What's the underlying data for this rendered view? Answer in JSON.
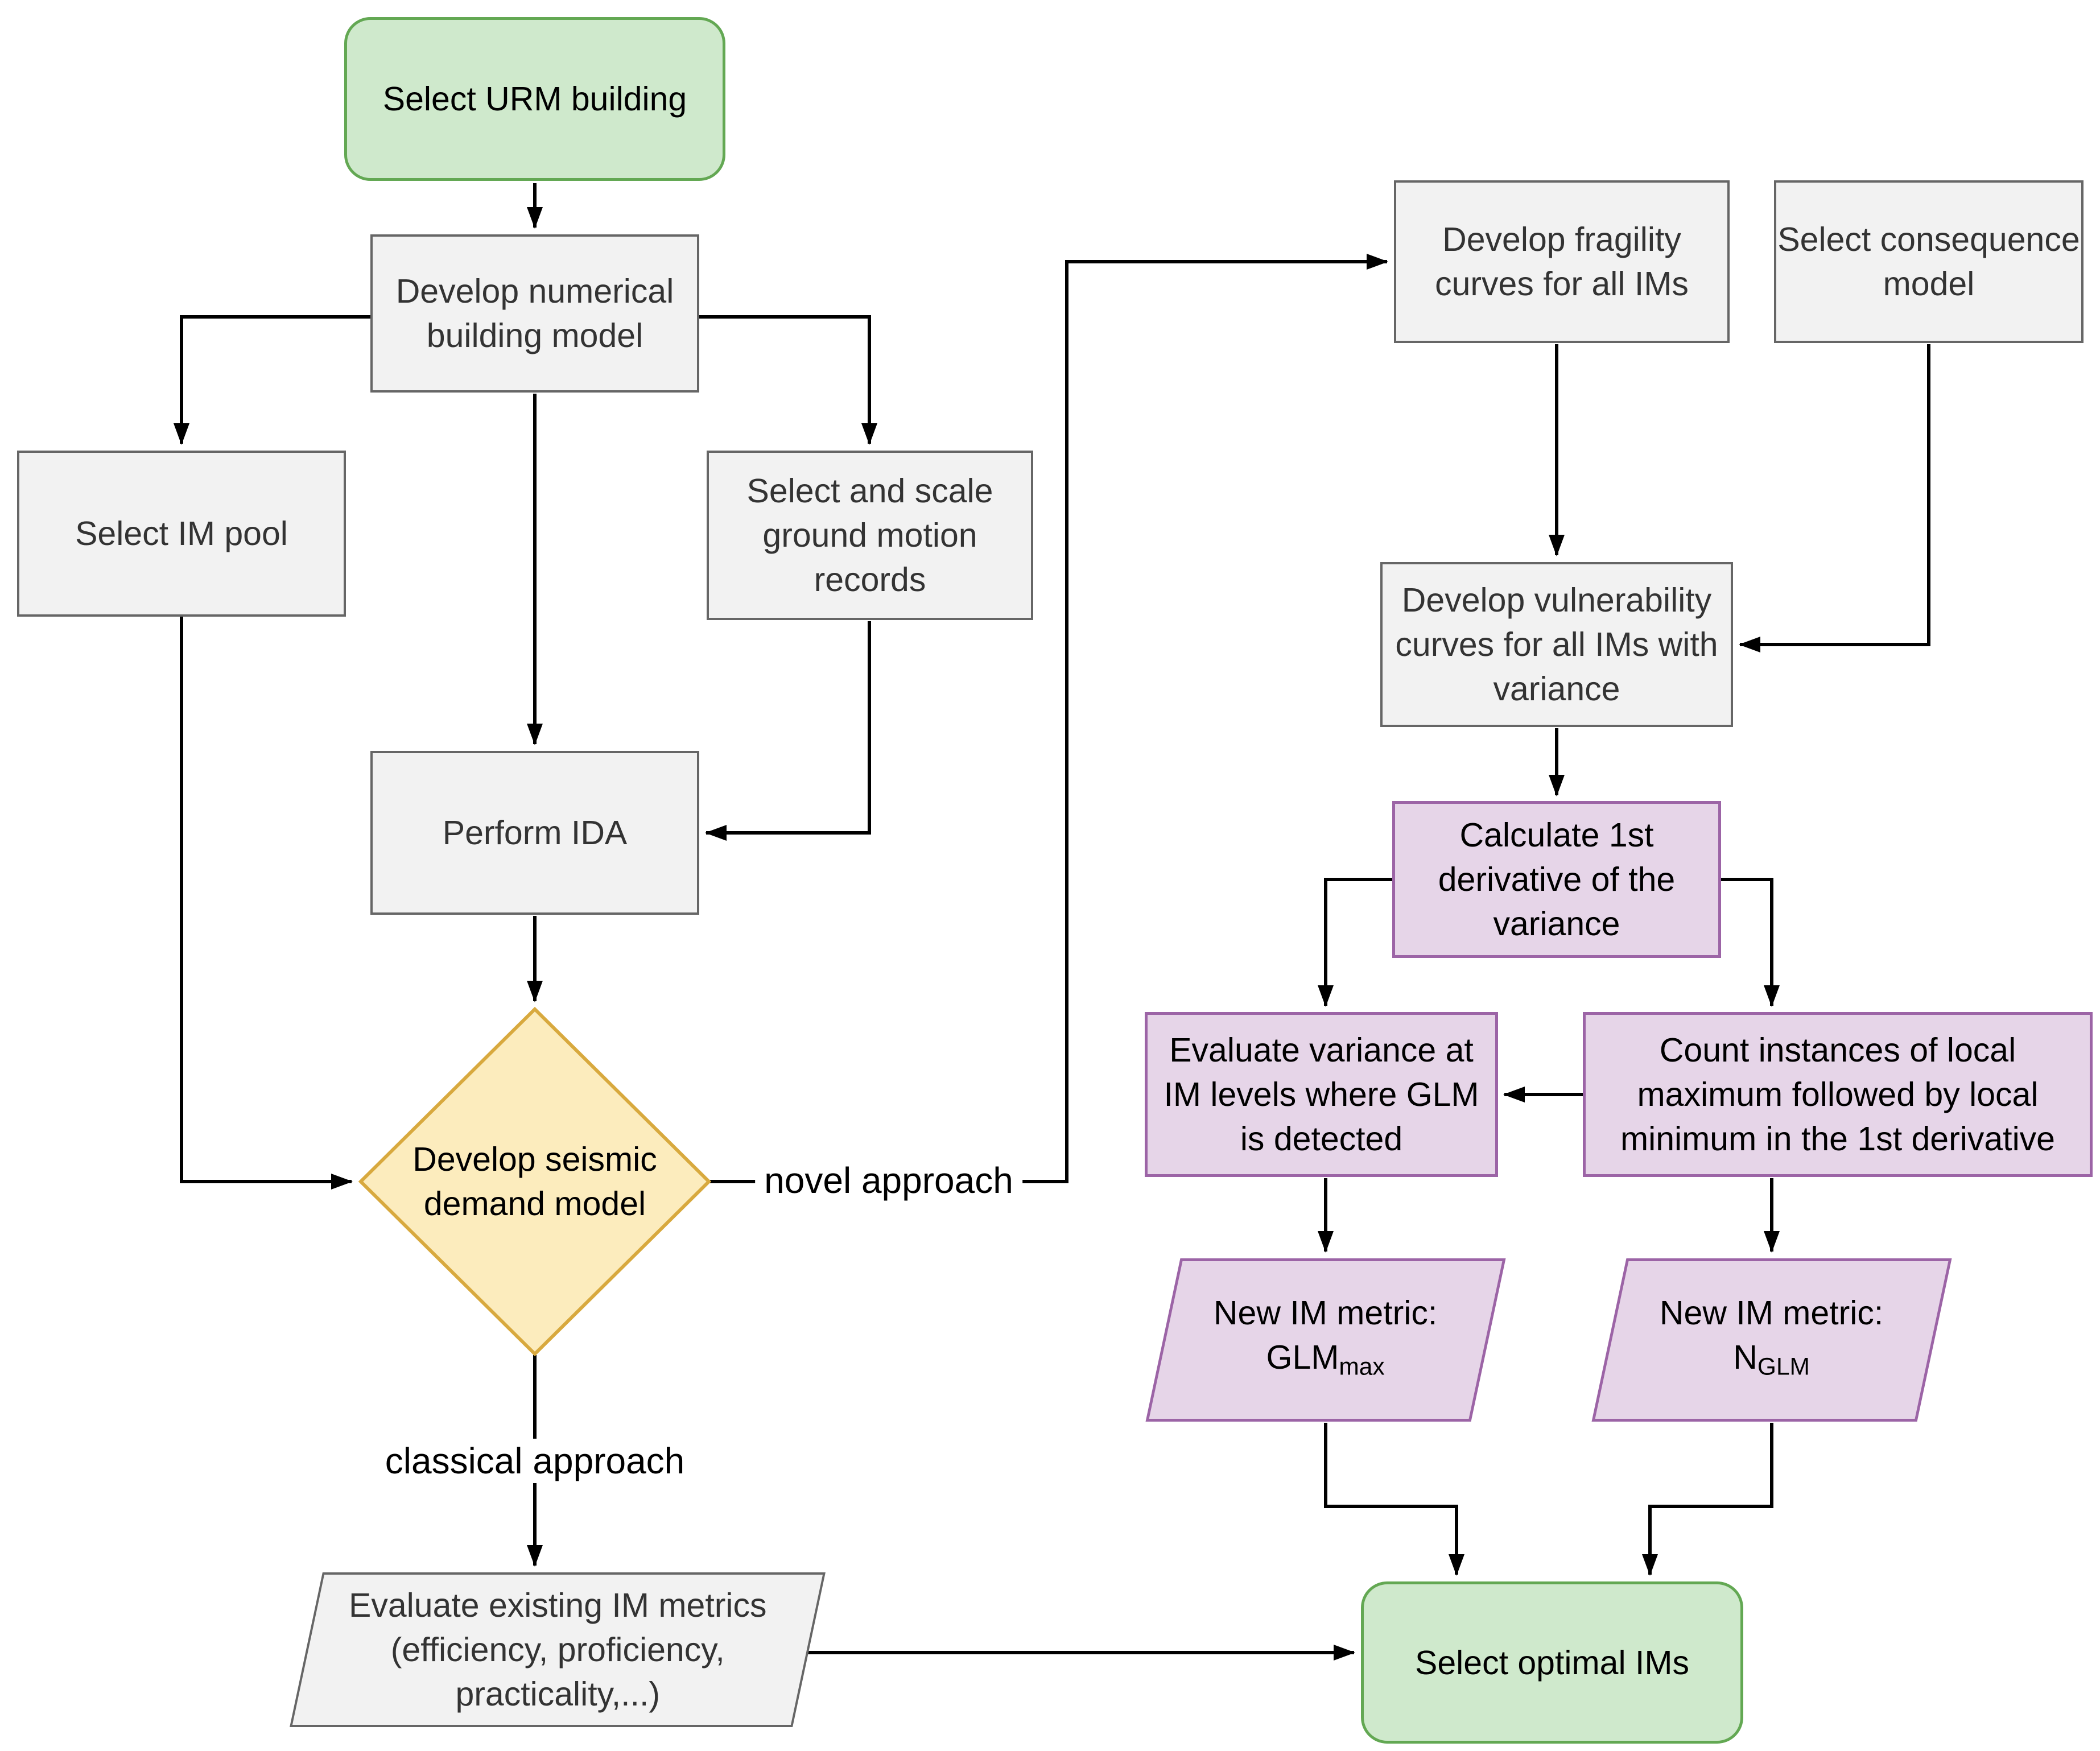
{
  "diagram": {
    "type": "flowchart",
    "nodes": {
      "select_urm_building": {
        "label": "Select URM building",
        "shape": "rounded",
        "role": "start"
      },
      "develop_numerical_model": {
        "label": "Develop numerical\nbuilding model",
        "shape": "rect",
        "role": "process"
      },
      "select_im_pool": {
        "label": "Select IM pool",
        "shape": "rect",
        "role": "process"
      },
      "select_scale_records": {
        "label": "Select and scale\nground motion\nrecords",
        "shape": "rect",
        "role": "process"
      },
      "perform_ida": {
        "label": "Perform IDA",
        "shape": "rect",
        "role": "process"
      },
      "develop_seismic_demand": {
        "label": "Develop seismic\ndemand model",
        "shape": "diamond",
        "role": "decision"
      },
      "evaluate_existing_metrics": {
        "label": "Evaluate existing IM metrics\n(efficiency, proficiency,\npracticality,...)",
        "shape": "parallelogram",
        "role": "process"
      },
      "develop_fragility": {
        "label": "Develop fragility\ncurves for all IMs",
        "shape": "rect",
        "role": "process"
      },
      "select_consequence": {
        "label": "Select consequence\nmodel",
        "shape": "rect",
        "role": "process"
      },
      "develop_vulnerability": {
        "label": "Develop vulnerability\ncurves for all IMs with\nvariance",
        "shape": "rect",
        "role": "process"
      },
      "calculate_derivative": {
        "label": "Calculate 1st\nderivative of the\nvariance",
        "shape": "rect",
        "role": "novel-process"
      },
      "evaluate_variance_glm": {
        "label": "Evaluate variance at\nIM levels where GLM\nis detected",
        "shape": "rect",
        "role": "novel-process"
      },
      "count_instances": {
        "label": "Count instances of local\nmaximum followed by local\nminimum in the 1st derivative",
        "shape": "rect",
        "role": "novel-process"
      },
      "new_metric_glm_max": {
        "line1": "New IM metric:",
        "base": "GLM",
        "sub": "max",
        "shape": "parallelogram",
        "role": "novel-output"
      },
      "new_metric_n_glm": {
        "line1": "New IM metric:",
        "base": "N",
        "sub": "GLM",
        "shape": "parallelogram",
        "role": "novel-output"
      },
      "select_optimal_ims": {
        "label": "Select optimal IMs",
        "shape": "rounded",
        "role": "end"
      }
    },
    "edge_labels": {
      "novel": "novel approach",
      "classical": "classical approach"
    },
    "colors": {
      "process_fill": "#f2f2f2",
      "process_stroke": "#666666",
      "process_text": "#333333",
      "terminal_fill": "#cfe9cc",
      "terminal_stroke": "#63a853",
      "decision_fill": "#fcecbd",
      "decision_stroke": "#d8a93e",
      "novel_fill": "#e6d5e8",
      "novel_stroke": "#9c64a6",
      "arrow": "#000000",
      "background": "#ffffff"
    }
  }
}
